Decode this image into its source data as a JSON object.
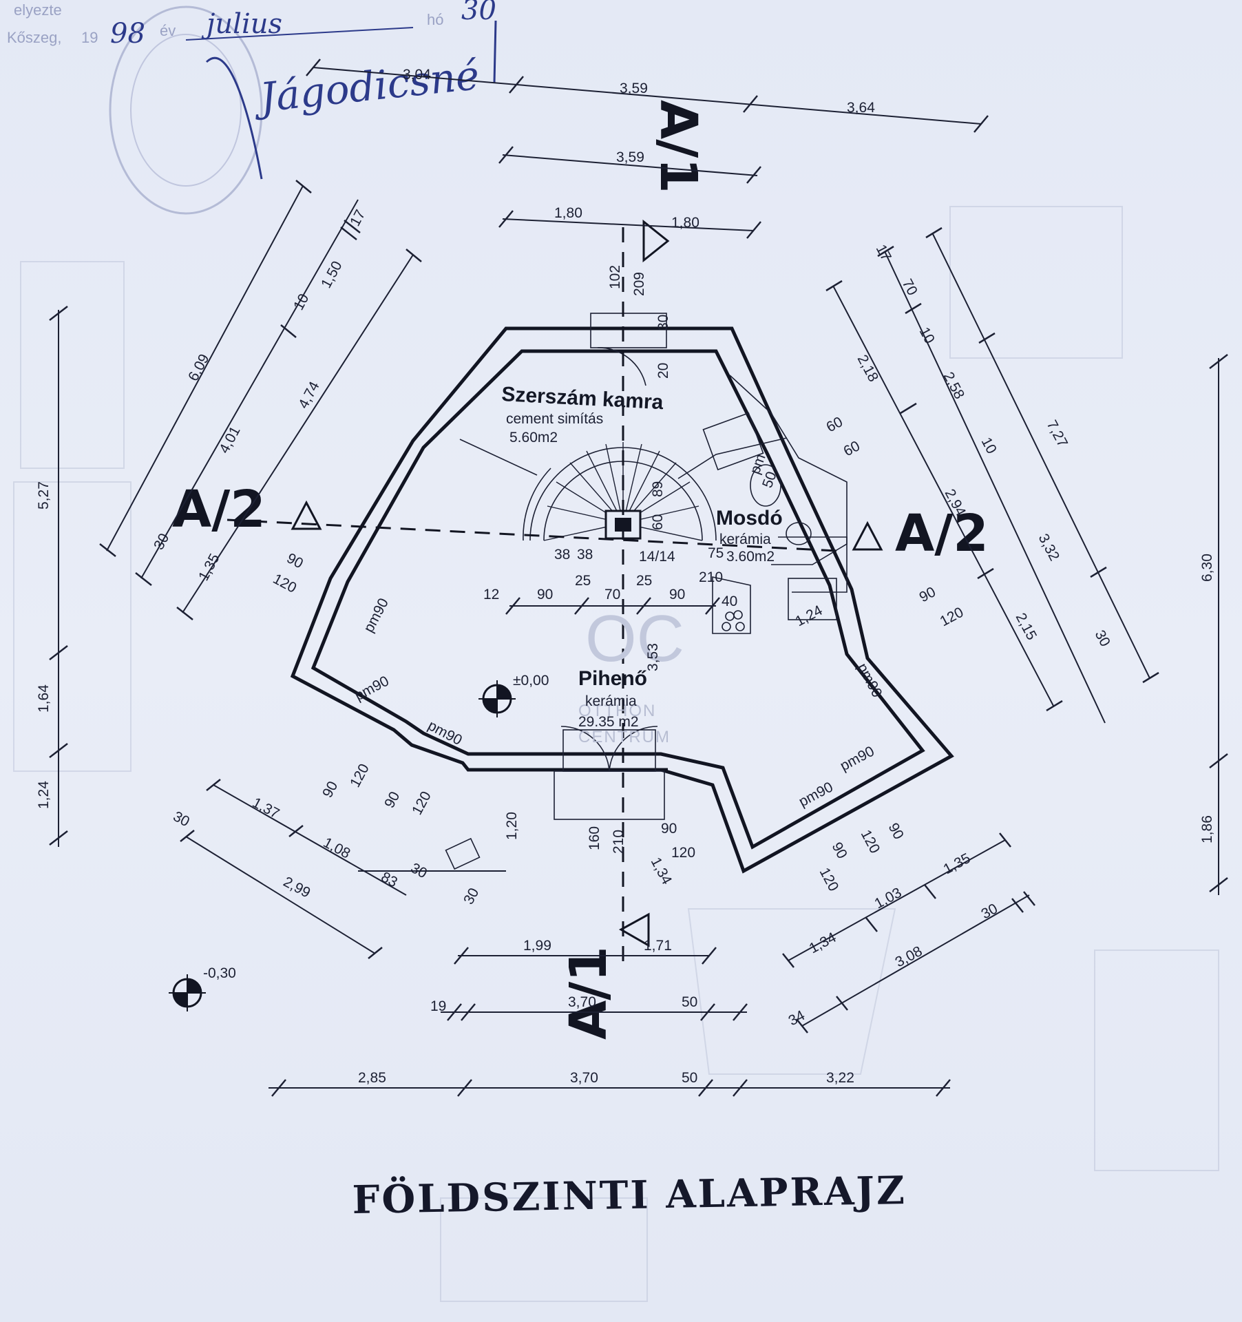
{
  "stamp": {
    "org_text": "elyezte",
    "city_text": "Kőszeg,",
    "year_prefix": "19",
    "year_suffix": "98",
    "year_word": "év",
    "month": "julius",
    "day_prefix": "hó",
    "day": "30",
    "signature": "Jágodicsné"
  },
  "sections": {
    "a1": "A/1",
    "a2": "A/2"
  },
  "rooms": [
    {
      "name": "Szerszám kamra",
      "finish": "cement simítás",
      "area": "5.60m2"
    },
    {
      "name": "Mosdó",
      "finish": "kerámia",
      "area": "3.60m2"
    },
    {
      "name": "Pihenő",
      "finish": "kerámia",
      "area": "29.35 m2"
    }
  ],
  "levels": {
    "floor": "±0,00",
    "ground": "-0,30"
  },
  "watermark": {
    "logo": "OC",
    "line1": "OTTHON",
    "line2": "CENTRUM"
  },
  "title": "FÖLDSZINTI ALAPRAJZ",
  "dimensions": {
    "top": [
      "3,04",
      "3,59",
      "3,64",
      "3,59",
      "1,80",
      "1,80",
      "102",
      "209",
      "30",
      "20"
    ],
    "left_diag": [
      "6,09",
      "4,01",
      "4,74",
      "1,50",
      "10",
      "17",
      "30",
      "1,35",
      "90",
      "120"
    ],
    "left_vert": [
      "5,27",
      "1,64",
      "1,24"
    ],
    "right_diag": [
      "17",
      "70",
      "10",
      "2,18",
      "2,58",
      "7,27",
      "60",
      "60",
      "10",
      "2,94",
      "3,32",
      "2,15",
      "30",
      "90",
      "120",
      "1,24"
    ],
    "right_vert": [
      "6,30",
      "1,86"
    ],
    "stair": [
      "38",
      "38",
      "14/14",
      "75",
      "89",
      "60",
      "50",
      "pm",
      "210"
    ],
    "middle": [
      "12",
      "90",
      "25",
      "25",
      "70",
      "90",
      "40",
      "3,53"
    ],
    "windows": [
      "pm90",
      "pm90",
      "pm90",
      "pm90",
      "pm90",
      "pm90",
      "pm90",
      "pm90"
    ],
    "lower_left": [
      "90",
      "120",
      "90",
      "120",
      "1,37",
      "1,08",
      "2,99",
      "83",
      "30",
      "30",
      "30",
      "1,20"
    ],
    "lower_right": [
      "90",
      "120",
      "120",
      "90",
      "120",
      "90",
      "1,34",
      "1,03",
      "1,35",
      "3,08",
      "30",
      "34"
    ],
    "entrance": [
      "160",
      "210",
      "90",
      "120",
      "1,34"
    ],
    "bottom": [
      "1,99",
      "1,71",
      "19",
      "3,70",
      "50",
      "2,85",
      "3,70",
      "50",
      "3,22"
    ]
  }
}
